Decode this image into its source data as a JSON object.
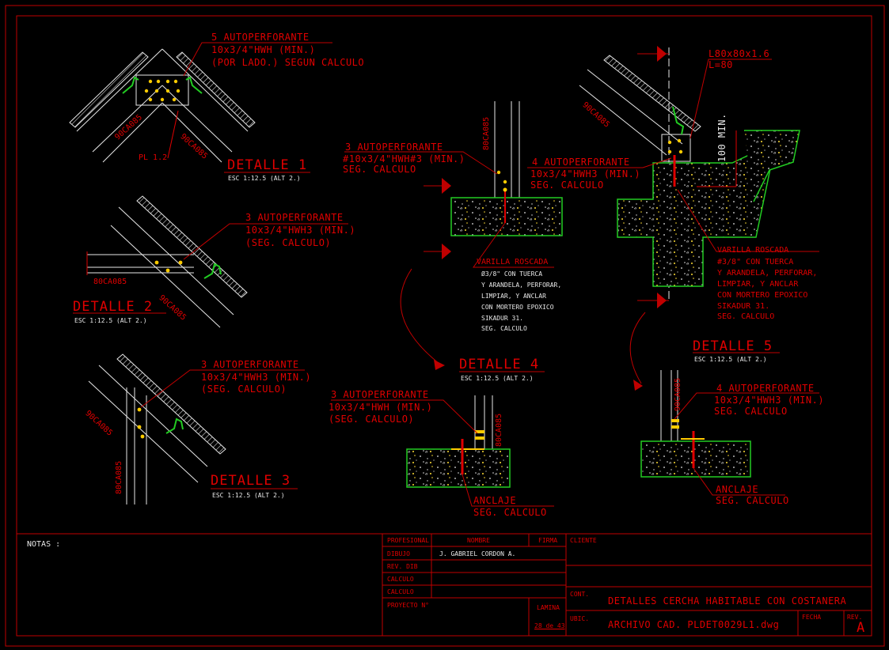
{
  "colors": {
    "background": "#000000",
    "frame": "#c00000",
    "line": "#e8e8e8",
    "text_red": "#e00000",
    "text_white": "#e8e8e8",
    "concrete": "#22cc22",
    "bolt": "#ffcc00"
  },
  "detalle1": {
    "callout": [
      "5 AUTOPERFORANTE",
      "10x3/4\"HWH (MIN.)",
      "(POR LADO.) SEGUN CALCULO"
    ],
    "profile_left": "90CA085",
    "profile_right": "90CA085",
    "plate": "PL 1.2",
    "title": "DETALLE  1",
    "scale": "ESC 1:12.5 (ALT 2.)"
  },
  "detalle2": {
    "callout": [
      "3 AUTOPERFORANTE",
      "10x3/4\"HWH3 (MIN.)",
      "(SEG. CALCULO)"
    ],
    "profile_a": "80CA085",
    "profile_b": "90CA085",
    "title": "DETALLE  2",
    "scale": "ESC 1:12.5 (ALT 2.)"
  },
  "detalle3": {
    "callout": [
      "3 AUTOPERFORANTE",
      "10x3/4\"HWH3 (MIN.)",
      "(SEG. CALCULO)"
    ],
    "profile_a": "90CA085",
    "profile_b": "80CA085",
    "title": "DETALLE  3",
    "scale": "ESC 1:12.5 (ALT 2.)"
  },
  "detalle4": {
    "callout_top": [
      "3 AUTOPERFORANTE",
      "#10x3/4\"HWH#3 (MIN.)",
      "SEG. CALCULO"
    ],
    "profile_top": "80CA085",
    "varilla": [
      "VARILLA ROSCADA",
      "Ø3/8\" CON TUERCA",
      "Y ARANDELA, PERFORAR,",
      "LIMPIAR, Y ANCLAR",
      "CON MORTERO EPOXICO",
      "SIKADUR 31.",
      "SEG. CALCULO"
    ],
    "title": "DETALLE  4",
    "scale": "ESC 1:12.5 (ALT 2.)",
    "callout_bottom": [
      "3 AUTOPERFORANTE",
      "10x3/4\"HWH (MIN.)",
      "(SEG. CALCULO)"
    ],
    "profile_bottom": "80CA085",
    "anclaje": [
      "ANCLAJE",
      "SEG. CALCULO"
    ]
  },
  "detalle5": {
    "angle": [
      "L80x80x1.6",
      "L=80"
    ],
    "profile_top": "90CA085",
    "dimension": "100 MIN.",
    "callout_top": [
      "4 AUTOPERFORANTE",
      "10x3/4\"HWH3 (MIN.)",
      "SEG. CALCULO"
    ],
    "varilla": [
      "VARILLA ROSCADA",
      "#3/8\" CON TUERCA",
      "Y ARANDELA, PERFORAR,",
      "LIMPIAR, Y ANCLAR",
      "CON MORTERO EPOXICO",
      "SIKADUR 31.",
      "SEG. CALCULO"
    ],
    "title": "DETALLE  5",
    "scale": "ESC 1:12.5 (ALT 2.)",
    "callout_bottom": [
      "4 AUTOPERFORANTE",
      "10x3/4\"HWH3 (MIN.)",
      "SEG. CALCULO"
    ],
    "profile_bottom": "90CA085",
    "anclaje": [
      "ANCLAJE",
      "SEG. CALCULO"
    ]
  },
  "titleblock": {
    "notas": "NOTAS :",
    "col_profesional": "PROFESIONAL",
    "col_nombre": "NOMBRE",
    "col_firma": "FIRMA",
    "rows": [
      {
        "role": "DIBUJO",
        "name": "J. GABRIEL CORDON A."
      },
      {
        "role": "REV. DIB",
        "name": ""
      },
      {
        "role": "CALCULO",
        "name": ""
      },
      {
        "role": "CALCULO",
        "name": ""
      }
    ],
    "proyecto": "PROYECTO N°",
    "lamina_label": "LAMINA",
    "lamina_value": "28 de 43",
    "cliente": "CLIENTE",
    "cont_label": "CONT.",
    "cont_value": "DETALLES CERCHA HABITABLE CON COSTANERA",
    "ubic_label": "UBIC.",
    "ubic_value": "ARCHIVO CAD. PLDET0029L1.dwg",
    "fecha_label": "FECHA",
    "rev_label": "REV.",
    "rev_value": "A"
  }
}
